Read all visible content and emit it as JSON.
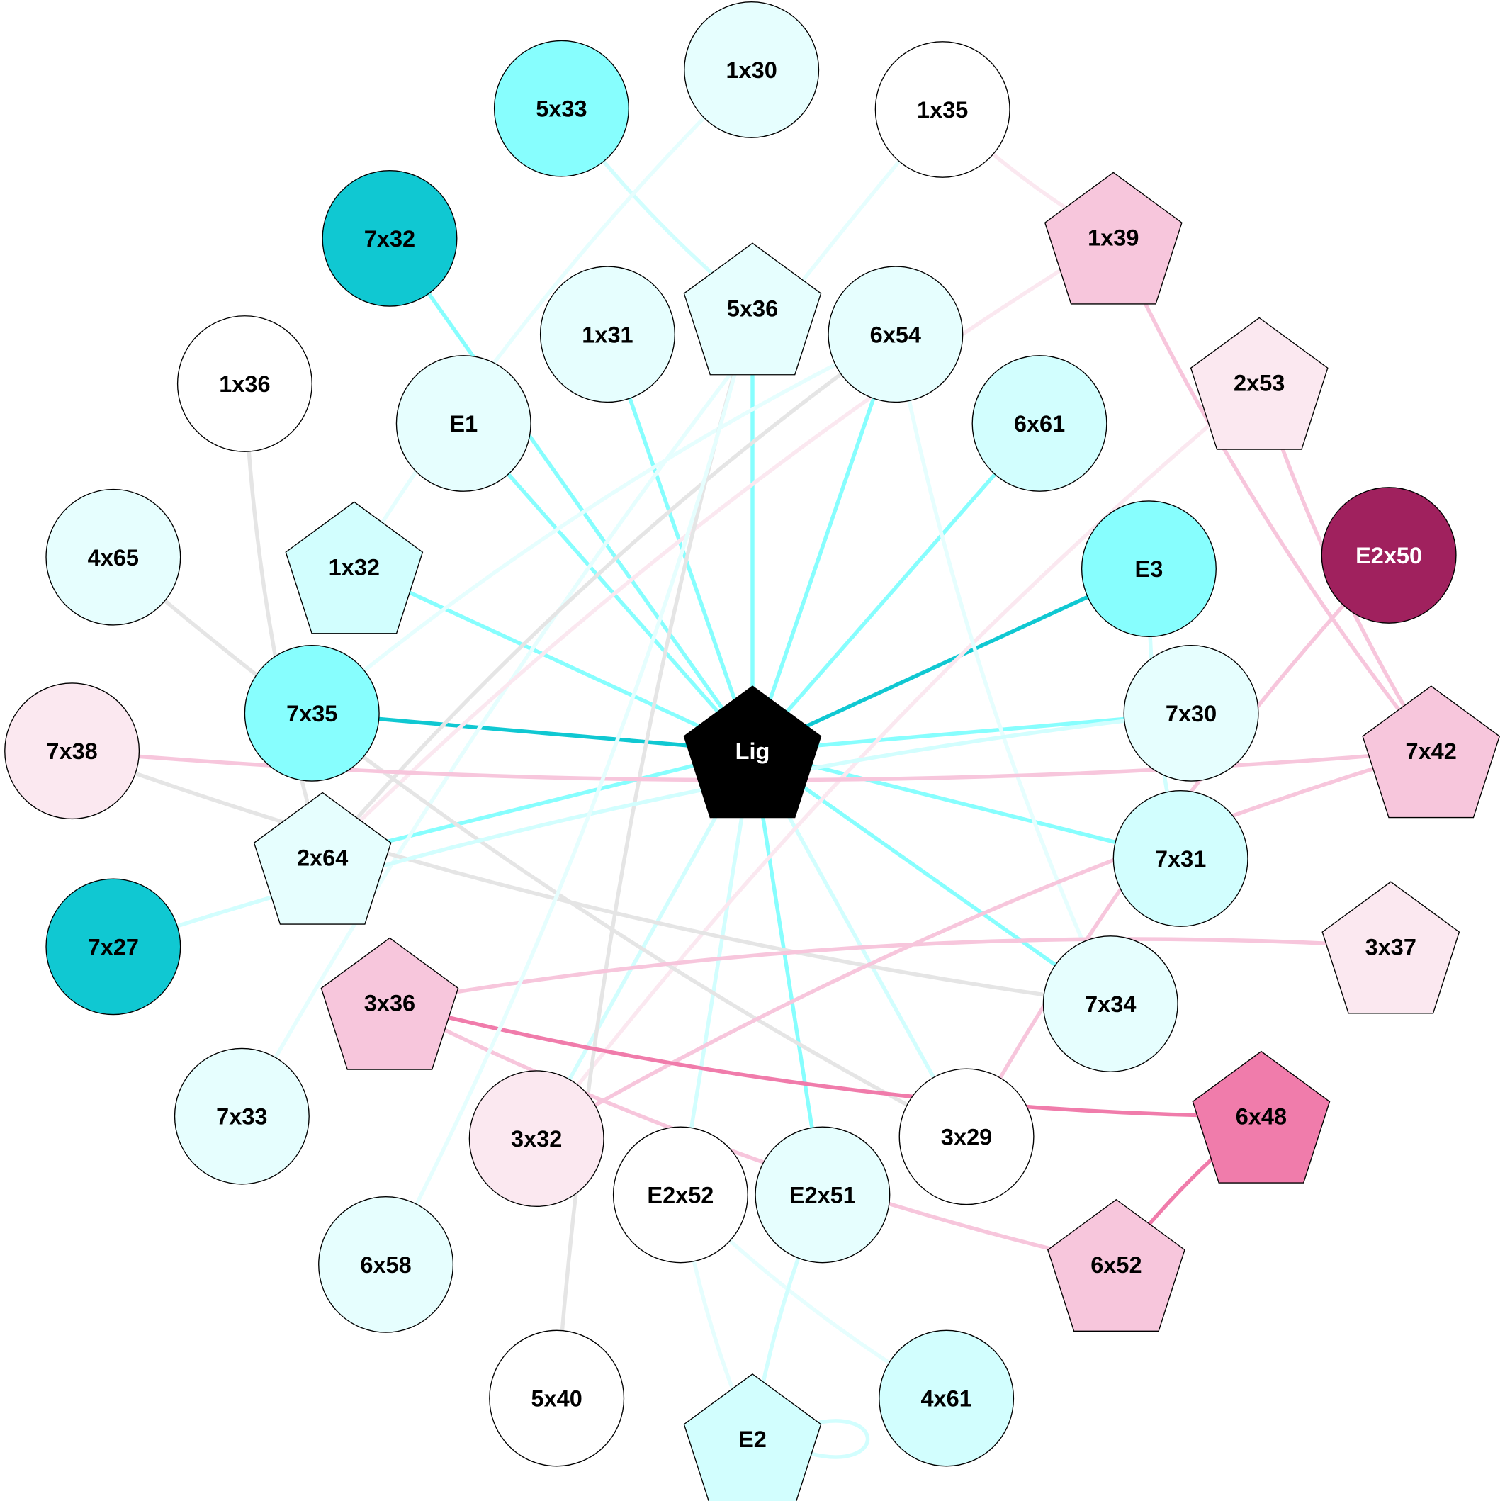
{
  "colors": {
    "white": "#ffffff",
    "cyan_pale": "#e6fefe",
    "cyan_light": "#d2fefe",
    "cyan_mid": "#87fefe",
    "cyan_dark": "#10c8d2",
    "pink_pale": "#fbe8f0",
    "pink_light": "#f7c6dc",
    "pink_mid": "#f07cab",
    "pink_dark": "#a0215e",
    "gray": "#e5e5e5",
    "black": "#000000"
  },
  "nodes": [
    {
      "id": "Lig",
      "label": "Lig",
      "shape": "pentagon",
      "fill": "#000000",
      "text": "#ffffff"
    },
    {
      "id": "1x30",
      "label": "1x30",
      "shape": "circle",
      "fill": "#e6fefe"
    },
    {
      "id": "5x33",
      "label": "5x33",
      "shape": "circle",
      "fill": "#87fefe"
    },
    {
      "id": "1x35",
      "label": "1x35",
      "shape": "circle",
      "fill": "#ffffff"
    },
    {
      "id": "7x32",
      "label": "7x32",
      "shape": "circle",
      "fill": "#10c8d2"
    },
    {
      "id": "1x39",
      "label": "1x39",
      "shape": "pentagon",
      "fill": "#f7c6dc"
    },
    {
      "id": "1x31",
      "label": "1x31",
      "shape": "circle",
      "fill": "#e6fefe"
    },
    {
      "id": "5x36",
      "label": "5x36",
      "shape": "pentagon",
      "fill": "#e6fefe"
    },
    {
      "id": "6x54",
      "label": "6x54",
      "shape": "circle",
      "fill": "#e6fefe"
    },
    {
      "id": "1x36",
      "label": "1x36",
      "shape": "circle",
      "fill": "#ffffff"
    },
    {
      "id": "E1",
      "label": "E1",
      "shape": "circle",
      "fill": "#e6fefe"
    },
    {
      "id": "2x53",
      "label": "2x53",
      "shape": "pentagon",
      "fill": "#fbe8f0"
    },
    {
      "id": "6x61",
      "label": "6x61",
      "shape": "circle",
      "fill": "#d2fefe"
    },
    {
      "id": "4x65",
      "label": "4x65",
      "shape": "circle",
      "fill": "#e6fefe"
    },
    {
      "id": "1x32",
      "label": "1x32",
      "shape": "pentagon",
      "fill": "#d2fefe"
    },
    {
      "id": "E3",
      "label": "E3",
      "shape": "circle",
      "fill": "#87fefe"
    },
    {
      "id": "E2x50",
      "label": "E2x50",
      "shape": "circle",
      "fill": "#a0215e",
      "text": "#ffffff"
    },
    {
      "id": "7x35",
      "label": "7x35",
      "shape": "circle",
      "fill": "#87fefe"
    },
    {
      "id": "7x30",
      "label": "7x30",
      "shape": "circle",
      "fill": "#e6fefe"
    },
    {
      "id": "7x38",
      "label": "7x38",
      "shape": "circle",
      "fill": "#fbe8f0"
    },
    {
      "id": "7x42",
      "label": "7x42",
      "shape": "pentagon",
      "fill": "#f7c6dc"
    },
    {
      "id": "2x64",
      "label": "2x64",
      "shape": "pentagon",
      "fill": "#e6fefe"
    },
    {
      "id": "7x31",
      "label": "7x31",
      "shape": "circle",
      "fill": "#d2fefe"
    },
    {
      "id": "7x27",
      "label": "7x27",
      "shape": "circle",
      "fill": "#10c8d2"
    },
    {
      "id": "3x37",
      "label": "3x37",
      "shape": "pentagon",
      "fill": "#fbe8f0"
    },
    {
      "id": "3x36",
      "label": "3x36",
      "shape": "pentagon",
      "fill": "#f7c6dc"
    },
    {
      "id": "7x34",
      "label": "7x34",
      "shape": "circle",
      "fill": "#e6fefe"
    },
    {
      "id": "7x33",
      "label": "7x33",
      "shape": "circle",
      "fill": "#e6fefe"
    },
    {
      "id": "3x32",
      "label": "3x32",
      "shape": "circle",
      "fill": "#fbe8f0"
    },
    {
      "id": "3x29",
      "label": "3x29",
      "shape": "circle",
      "fill": "#ffffff"
    },
    {
      "id": "6x48",
      "label": "6x48",
      "shape": "pentagon",
      "fill": "#f07cab"
    },
    {
      "id": "E2x52",
      "label": "E2x52",
      "shape": "circle",
      "fill": "#ffffff"
    },
    {
      "id": "E2x51",
      "label": "E2x51",
      "shape": "circle",
      "fill": "#e6fefe"
    },
    {
      "id": "6x58",
      "label": "6x58",
      "shape": "circle",
      "fill": "#e6fefe"
    },
    {
      "id": "6x52",
      "label": "6x52",
      "shape": "pentagon",
      "fill": "#f7c6dc"
    },
    {
      "id": "5x40",
      "label": "5x40",
      "shape": "circle",
      "fill": "#ffffff"
    },
    {
      "id": "E2",
      "label": "E2",
      "shape": "pentagon",
      "fill": "#d2fefe"
    },
    {
      "id": "4x61",
      "label": "4x61",
      "shape": "circle",
      "fill": "#d2fefe"
    }
  ],
  "edges": [
    [
      "Lig",
      "7x32",
      "#87fefe"
    ],
    [
      "Lig",
      "1x31",
      "#87fefe"
    ],
    [
      "Lig",
      "5x36",
      "#87fefe"
    ],
    [
      "Lig",
      "6x54",
      "#87fefe"
    ],
    [
      "Lig",
      "6x61",
      "#87fefe"
    ],
    [
      "Lig",
      "E1",
      "#87fefe"
    ],
    [
      "Lig",
      "1x32",
      "#87fefe"
    ],
    [
      "Lig",
      "E3",
      "#10c8d2"
    ],
    [
      "Lig",
      "7x35",
      "#10c8d2"
    ],
    [
      "Lig",
      "7x30",
      "#87fefe"
    ],
    [
      "Lig",
      "7x31",
      "#87fefe"
    ],
    [
      "Lig",
      "2x64",
      "#87fefe"
    ],
    [
      "Lig",
      "7x34",
      "#87fefe"
    ],
    [
      "Lig",
      "E2x51",
      "#87fefe"
    ],
    [
      "Lig",
      "3x29",
      "#d2fefe"
    ],
    [
      "Lig",
      "E2x52",
      "#d2fefe"
    ],
    [
      "Lig",
      "3x32",
      "#d2fefe"
    ],
    [
      "5x33",
      "5x36",
      "#d2fefe"
    ],
    [
      "1x30",
      "1x32",
      "#e6fefe"
    ],
    [
      "1x35",
      "7x33",
      "#e6fefe"
    ],
    [
      "1x35",
      "1x39",
      "#fbe8f0"
    ],
    [
      "1x39",
      "7x42",
      "#f7c6dc"
    ],
    [
      "1x39",
      "2x64",
      "#fbe8f0"
    ],
    [
      "2x53",
      "7x42",
      "#f7c6dc"
    ],
    [
      "2x53",
      "3x32",
      "#fbe8f0"
    ],
    [
      "6x54",
      "2x64",
      "#e5e5e5"
    ],
    [
      "6x54",
      "7x35",
      "#e6fefe"
    ],
    [
      "6x54",
      "7x34",
      "#e6fefe"
    ],
    [
      "5x36",
      "5x40",
      "#e5e5e5"
    ],
    [
      "1x36",
      "2x64",
      "#e5e5e5"
    ],
    [
      "4x65",
      "3x29",
      "#e5e5e5"
    ],
    [
      "7x38",
      "7x34",
      "#e5e5e5"
    ],
    [
      "7x38",
      "7x42",
      "#f7c6dc"
    ],
    [
      "E2x50",
      "3x29",
      "#f7c6dc"
    ],
    [
      "7x42",
      "3x32",
      "#f7c6dc"
    ],
    [
      "7x30",
      "7x27",
      "#d2fefe"
    ],
    [
      "E3",
      "7x31",
      "#d2fefe"
    ],
    [
      "3x37",
      "3x36",
      "#f7c6dc"
    ],
    [
      "3x36",
      "6x48",
      "#f07cab"
    ],
    [
      "3x36",
      "6x52",
      "#f7c6dc"
    ],
    [
      "6x48",
      "6x52",
      "#f07cab"
    ],
    [
      "E2x52",
      "4x61",
      "#e6fefe"
    ],
    [
      "E2x52",
      "E2",
      "#e6fefe"
    ],
    [
      "E2x51",
      "E2",
      "#d2fefe"
    ],
    [
      "6x58",
      "5x36",
      "#e6fefe"
    ],
    [
      "E2",
      "E2",
      "#d2fefe"
    ]
  ]
}
